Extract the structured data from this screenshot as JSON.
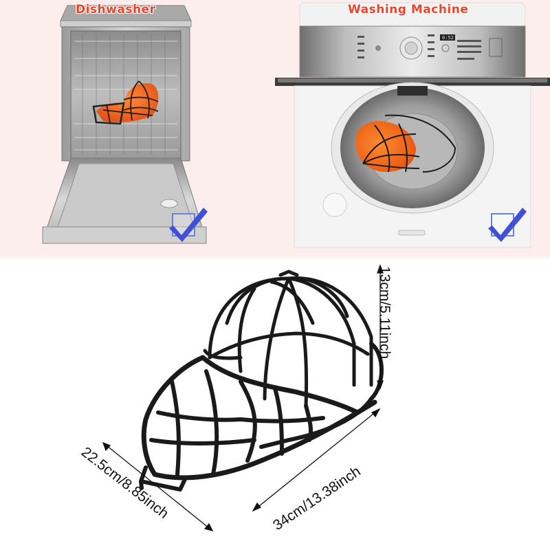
{
  "panels": {
    "dishwasher": {
      "label": "Dishwasher",
      "check_icon": "checkmark-icon",
      "checked": true
    },
    "washing_machine": {
      "label": "Washing Machine",
      "display_readout": "0:52",
      "check_icon": "checkmark-icon",
      "checked": true
    }
  },
  "product": {
    "name": "cap-washer-cage",
    "color": "#1a1a1a"
  },
  "dimensions": {
    "height": "13cm/5.11inch",
    "depth": "22.5cm/8.85inch",
    "width": "34cm/13.38inch"
  },
  "colors": {
    "label_red": "#e8452c",
    "check_blue": "#3f51d8",
    "cap_orange": "#f26a1b",
    "background_pink": "#fbeeec"
  }
}
